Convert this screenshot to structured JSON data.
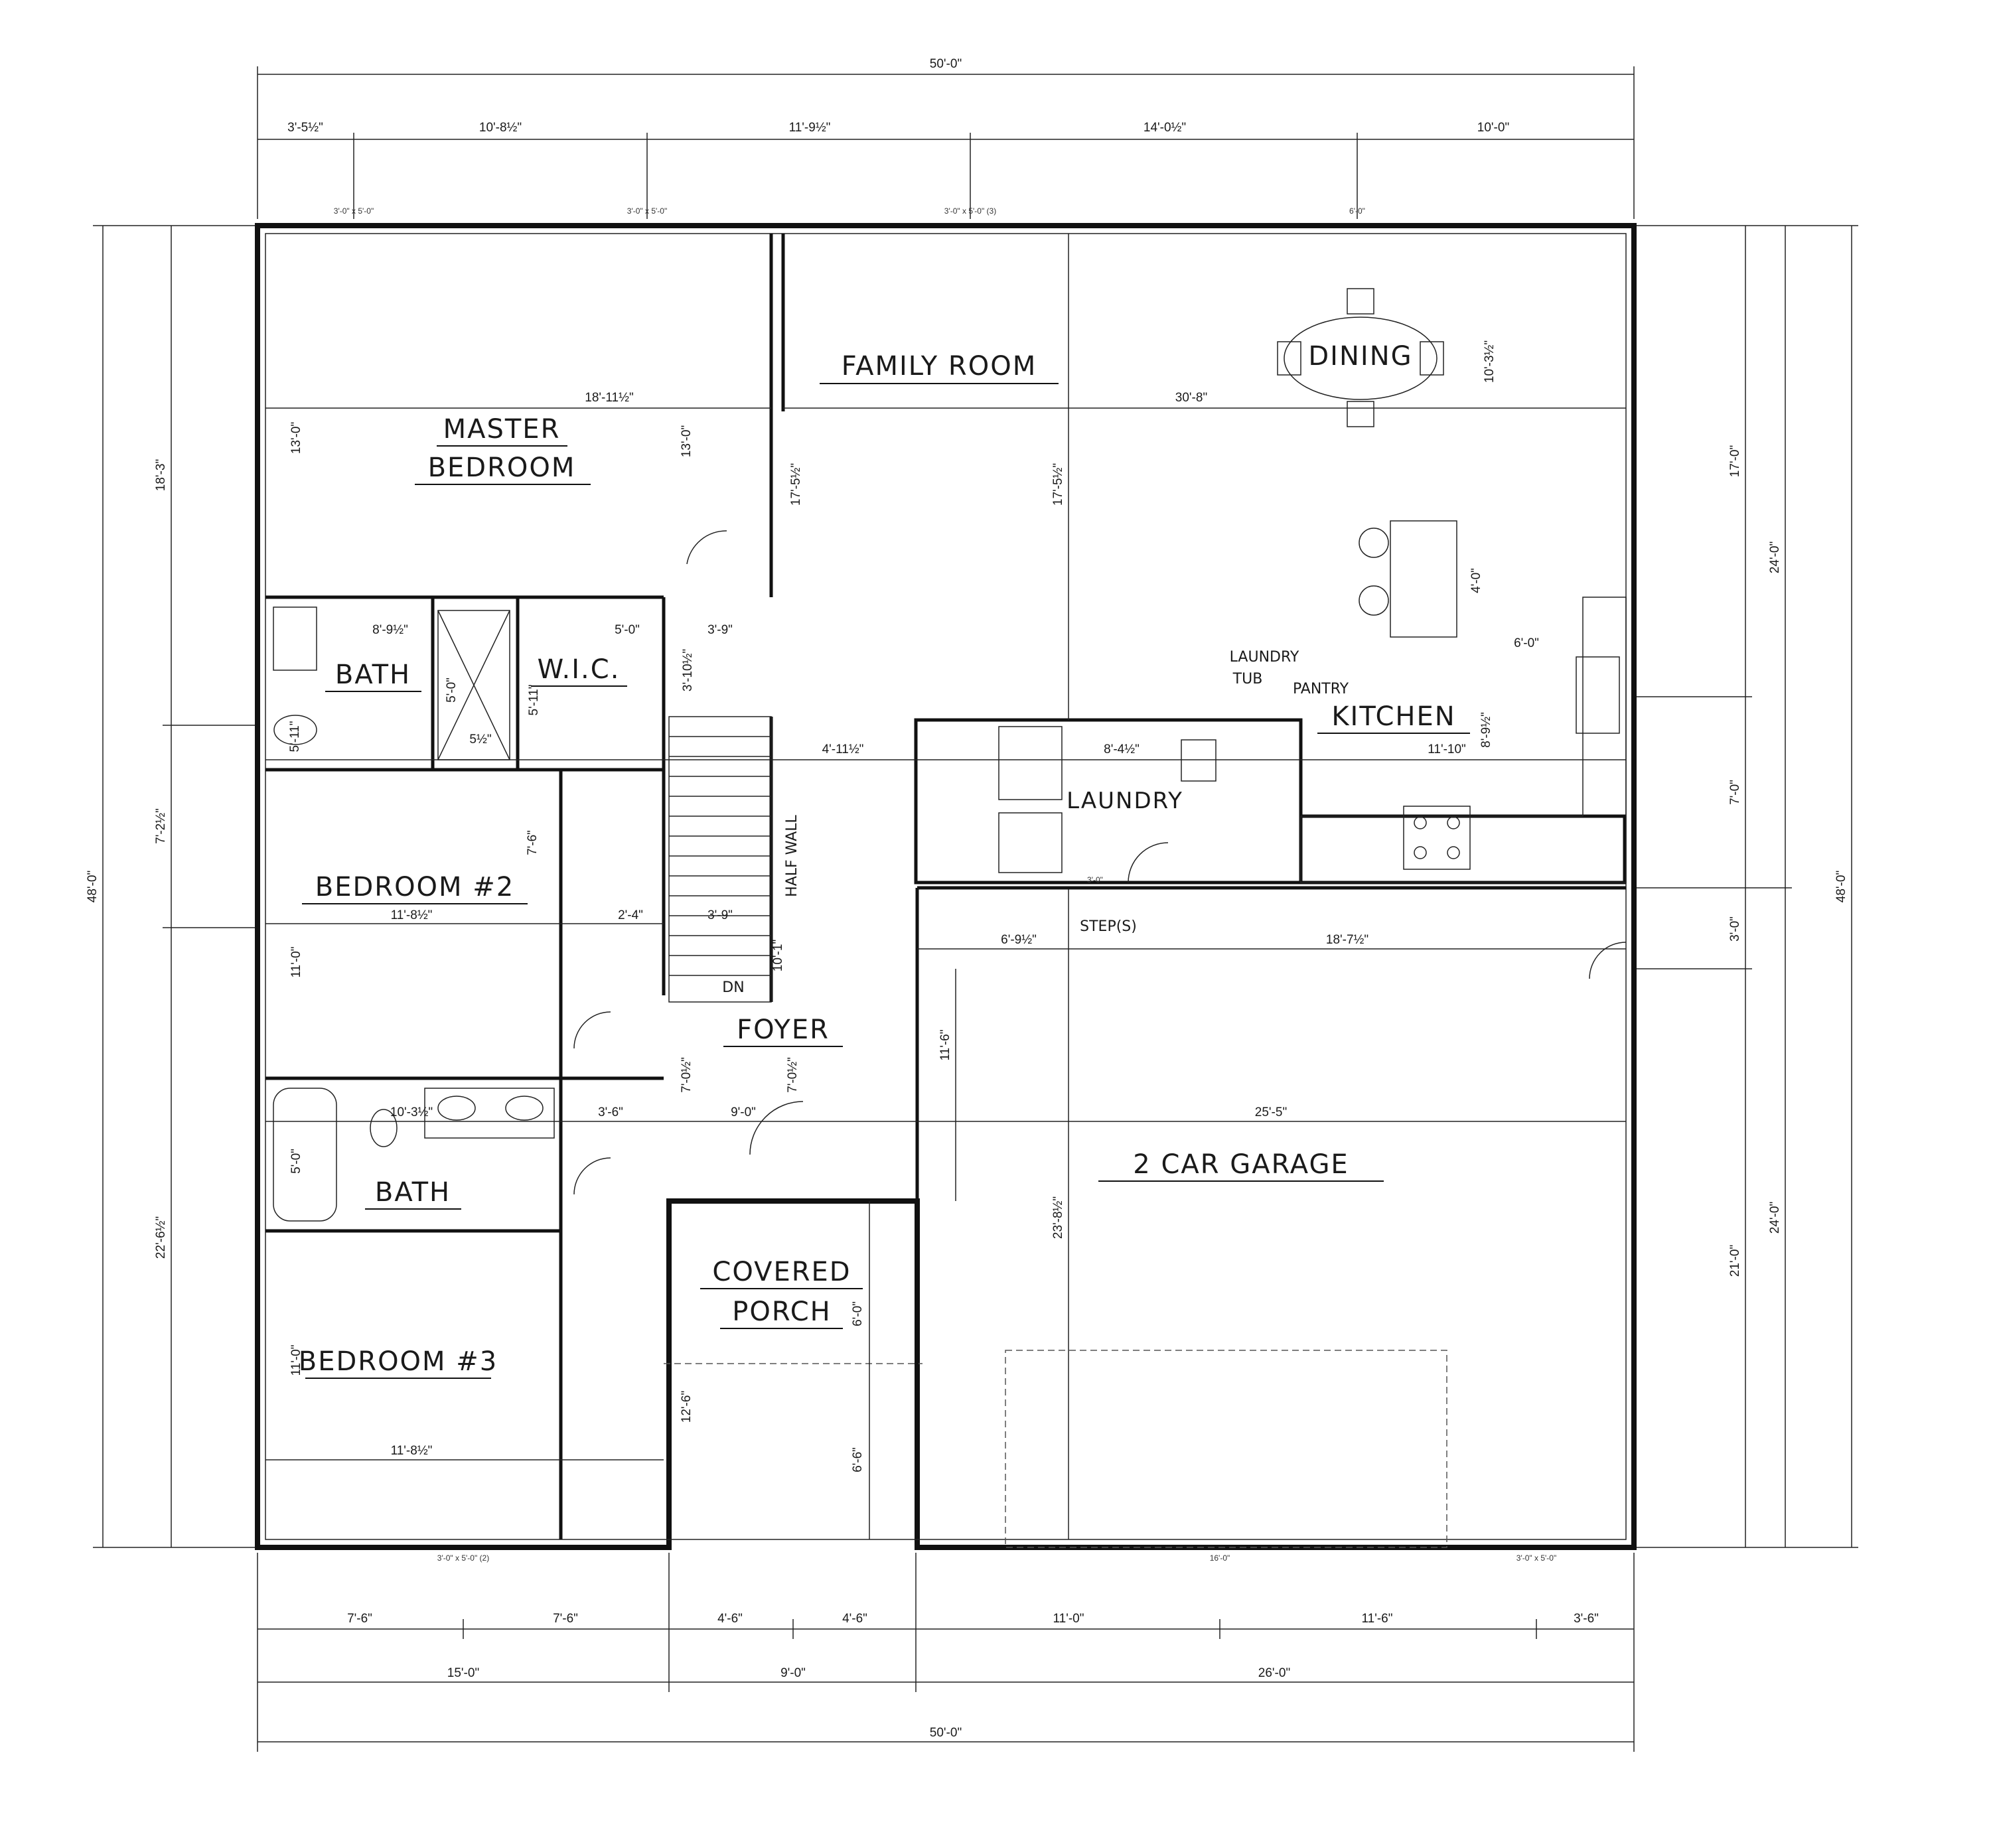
{
  "rooms": {
    "family_room": "FAMILY ROOM",
    "dining": "DINING",
    "master_l1": "MASTER",
    "master_l2": "BEDROOM",
    "bath_master": "BATH",
    "wic": "W.I.C.",
    "bedroom2": "BEDROOM #2",
    "bath_hall": "BATH",
    "bedroom3": "BEDROOM #3",
    "foyer": "FOYER",
    "porch_l1": "COVERED",
    "porch_l2": "PORCH",
    "laundry": "LAUNDRY",
    "kitchen": "KITCHEN",
    "garage": "2 CAR GARAGE",
    "laundry_tub_l1": "LAUNDRY",
    "laundry_tub_l2": "TUB",
    "pantry": "PANTRY",
    "half_wall": "HALF WALL",
    "dn": "DN",
    "steps": "STEP(S)"
  },
  "dims_top": {
    "overall": "50'-0\"",
    "d1": "3'-5½\"",
    "d2": "10'-8½\"",
    "d3": "11'-9½\"",
    "d4": "14'-0½\"",
    "d5": "10'-0\""
  },
  "windows_top": {
    "w1": "3'-0\" x 5'-0\"",
    "w2": "3'-0\" x 5'-0\"",
    "w3": "3'-0\" x 5'-0\" (3)",
    "w4": "6'-0\""
  },
  "dims_bottom": {
    "b1": "7'-6\"",
    "b2": "7'-6\"",
    "b3": "4'-6\"",
    "b4": "4'-6\"",
    "b5": "11'-0\"",
    "b6": "11'-6\"",
    "b7": "3'-6\"",
    "c1": "15'-0\"",
    "c2": "9'-0\"",
    "c3": "26'-0\"",
    "overall": "50'-0\""
  },
  "windows_bottom": {
    "w1": "3'-0\" x 5'-0\" (2)",
    "w2": "16'-0\"",
    "w3": "3'-0\" x 5'-0\""
  },
  "dims_left": {
    "overall": "48'-0\"",
    "l1": "18'-3\"",
    "l2": "7'-2½\"",
    "l3": "22'-6½\""
  },
  "dims_right": {
    "overall": "48'-0\"",
    "r1": "17'-0\"",
    "r2": "7'-0\"",
    "r3": "3'-0\"",
    "r4": "21'-0\"",
    "m1": "24'-0\"",
    "m2": "24'-0\""
  },
  "interior": {
    "master_w": "18'-11½\"",
    "master_h1": "13'-0\"",
    "master_h2": "13'-0\"",
    "family_w": "30'-8\"",
    "family_h": "17'-5½\"",
    "stair_h": "17'-5½\"",
    "dining_h": "10'-3½\"",
    "island_h": "4'-0\"",
    "island_w": "6'-0\"",
    "bath_w": "8'-9½\"",
    "shower_h": "5'-0\"",
    "shower_w": "5½\"",
    "wic_h": "5'-11\"",
    "wic_w": "5'-0\"",
    "hall_w": "3'-9\"",
    "hall_h": "3'-10½\"",
    "toilet_h": "5'-11\"",
    "laundry_w": "4'-11½\"",
    "laundry_d": "8'-4½\"",
    "kitchen_w": "11'-10\"",
    "kitchen_h": "8'-9½\"",
    "bed2_w": "11'-8½\"",
    "bed2_h": "11'-0\"",
    "closet_w": "2'-4\"",
    "closet_h": "7'-6\"",
    "stair_w": "3'-9\"",
    "stair_run": "10'-1\"",
    "bath2_w": "10'-3½\"",
    "bath2_h": "5'-0\"",
    "hall2": "3'-6\"",
    "foyer_w": "9'-0\"",
    "foyer_h": "7'-0½\"",
    "foyer_h2": "7'-0½\"",
    "bed3_w": "11'-8½\"",
    "bed3_h": "11'-0\"",
    "porch_h": "6'-0\"",
    "porch_h2": "6'-6\"",
    "porch_l": "12'-6\"",
    "garage_w1": "6'-9½\"",
    "garage_w2": "18'-7½\"",
    "garage_w": "25'-5\"",
    "garage_h": "23'-8½\"",
    "garage_h2": "11'-6\"",
    "door_3": "3'-0\""
  }
}
